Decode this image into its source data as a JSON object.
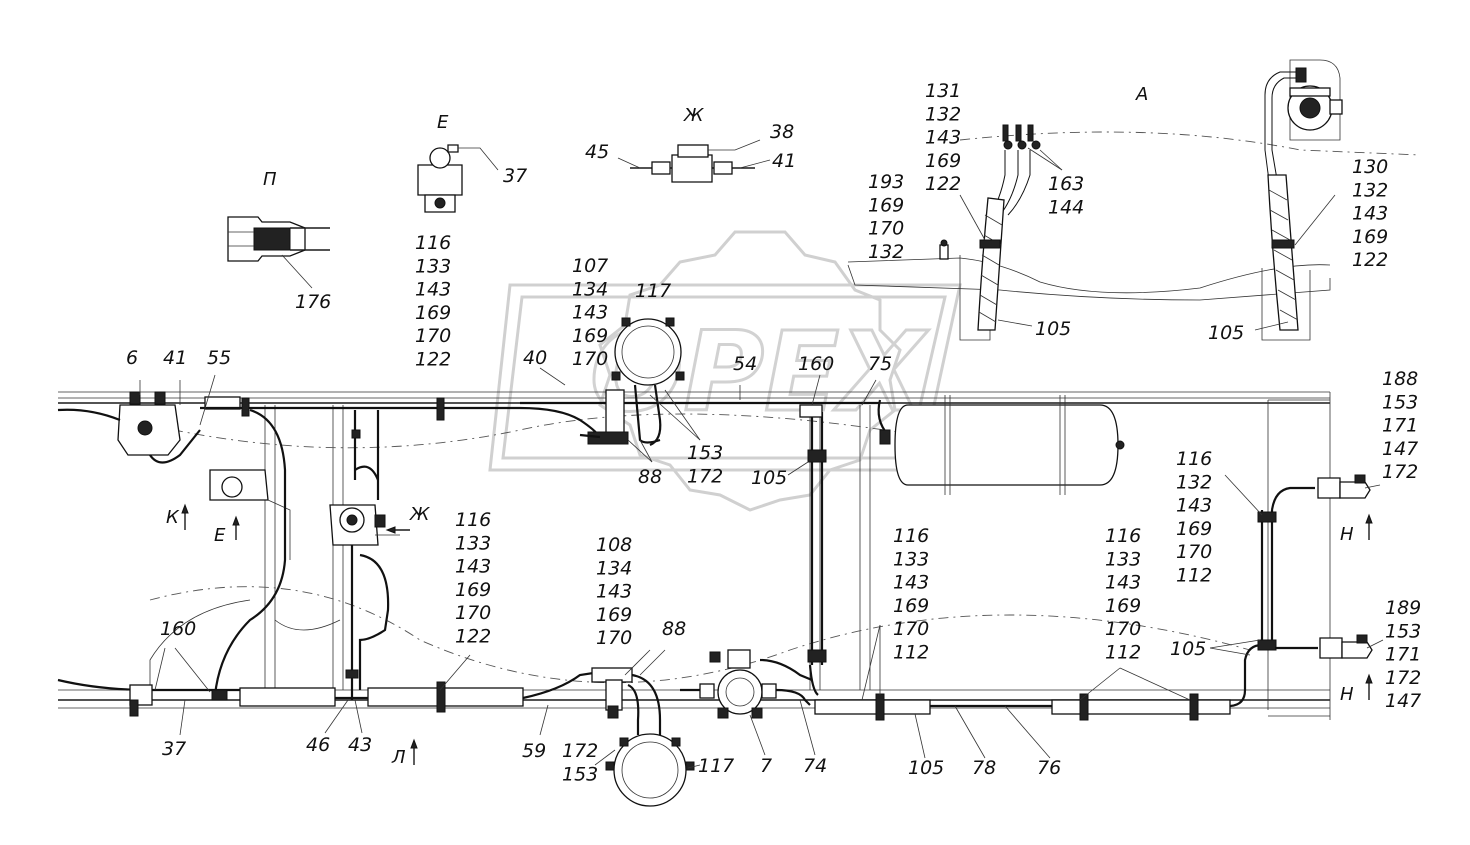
{
  "watermark": "OPEX",
  "view_titles": [
    {
      "id": "P",
      "text": "П"
    },
    {
      "id": "E",
      "text": "Е"
    },
    {
      "id": "ZH",
      "text": "Ж"
    },
    {
      "id": "A",
      "text": "А"
    }
  ],
  "view_markers": [
    {
      "id": "K",
      "text": "К"
    },
    {
      "id": "E2",
      "text": "Е"
    },
    {
      "id": "ZH2",
      "text": "Ж"
    },
    {
      "id": "L",
      "text": "Л"
    },
    {
      "id": "N1",
      "text": "Н"
    },
    {
      "id": "N2",
      "text": "Н"
    }
  ],
  "callouts": [
    {
      "id": "c176",
      "lines": [
        "176"
      ]
    },
    {
      "id": "c37a",
      "lines": [
        "37"
      ]
    },
    {
      "id": "c45",
      "lines": [
        "45"
      ]
    },
    {
      "id": "c38",
      "lines": [
        "38"
      ]
    },
    {
      "id": "c41a",
      "lines": [
        "41"
      ]
    },
    {
      "id": "c131",
      "lines": [
        "131",
        "132",
        "143",
        "169",
        "122"
      ]
    },
    {
      "id": "c163",
      "lines": [
        "163",
        "144"
      ]
    },
    {
      "id": "c193",
      "lines": [
        "193",
        "169",
        "170",
        "132"
      ]
    },
    {
      "id": "c105a",
      "lines": [
        "105"
      ]
    },
    {
      "id": "c130",
      "lines": [
        "130",
        "132",
        "143",
        "169",
        "122"
      ]
    },
    {
      "id": "c105b",
      "lines": [
        "105"
      ]
    },
    {
      "id": "c116a",
      "lines": [
        "116",
        "133",
        "143",
        "169",
        "170",
        "122"
      ]
    },
    {
      "id": "c107",
      "lines": [
        "107",
        "134",
        "143",
        "169",
        "170"
      ]
    },
    {
      "id": "c117a",
      "lines": [
        "117"
      ]
    },
    {
      "id": "c40",
      "lines": [
        "40"
      ]
    },
    {
      "id": "c54",
      "lines": [
        "54"
      ]
    },
    {
      "id": "c160a",
      "lines": [
        "160"
      ]
    },
    {
      "id": "c75",
      "lines": [
        "75"
      ]
    },
    {
      "id": "c6",
      "lines": [
        "6"
      ]
    },
    {
      "id": "c41b",
      "lines": [
        "41"
      ]
    },
    {
      "id": "c55",
      "lines": [
        "55"
      ]
    },
    {
      "id": "c153a",
      "lines": [
        "153",
        "172"
      ]
    },
    {
      "id": "c88a",
      "lines": [
        "88"
      ]
    },
    {
      "id": "c105c",
      "lines": [
        "105"
      ]
    },
    {
      "id": "c188",
      "lines": [
        "188",
        "153",
        "171",
        "147",
        "172"
      ]
    },
    {
      "id": "c116b",
      "lines": [
        "116",
        "132",
        "143",
        "169",
        "170",
        "112"
      ]
    },
    {
      "id": "c116c",
      "lines": [
        "116",
        "133",
        "143",
        "169",
        "170",
        "122"
      ]
    },
    {
      "id": "c108",
      "lines": [
        "108",
        "134",
        "143",
        "169",
        "170"
      ]
    },
    {
      "id": "c88b",
      "lines": [
        "88"
      ]
    },
    {
      "id": "c116d",
      "lines": [
        "116",
        "133",
        "143",
        "169",
        "170",
        "112"
      ]
    },
    {
      "id": "c116e",
      "lines": [
        "116",
        "133",
        "143",
        "169",
        "170",
        "112"
      ]
    },
    {
      "id": "c189",
      "lines": [
        "189",
        "153",
        "171",
        "172",
        "147"
      ]
    },
    {
      "id": "c105d",
      "lines": [
        "105"
      ]
    },
    {
      "id": "c160b",
      "lines": [
        "160"
      ]
    },
    {
      "id": "c37b",
      "lines": [
        "37"
      ]
    },
    {
      "id": "c46",
      "lines": [
        "46"
      ]
    },
    {
      "id": "c43",
      "lines": [
        "43"
      ]
    },
    {
      "id": "c59",
      "lines": [
        "59"
      ]
    },
    {
      "id": "c172",
      "lines": [
        "172",
        "153"
      ]
    },
    {
      "id": "c117b",
      "lines": [
        "117"
      ]
    },
    {
      "id": "c7",
      "lines": [
        "7"
      ]
    },
    {
      "id": "c74",
      "lines": [
        "74"
      ]
    },
    {
      "id": "c105e",
      "lines": [
        "105"
      ]
    },
    {
      "id": "c78",
      "lines": [
        "78"
      ]
    },
    {
      "id": "c76",
      "lines": [
        "76"
      ]
    }
  ]
}
